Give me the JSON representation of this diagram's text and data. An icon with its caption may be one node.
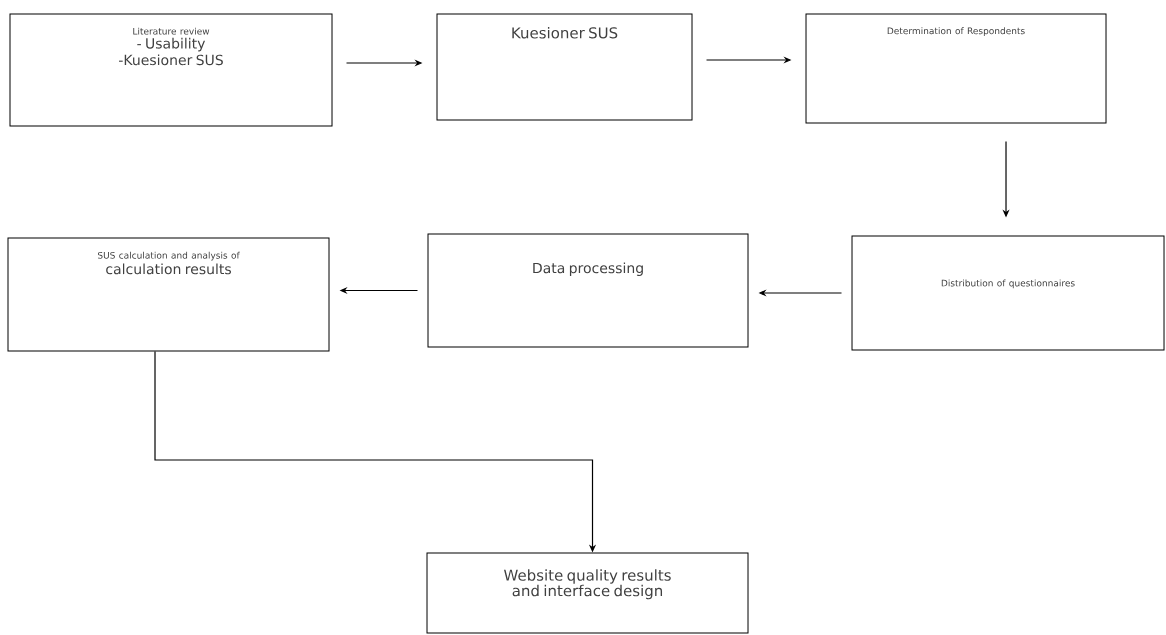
{
  "diagram": {
    "nodes": [
      {
        "text": [
          "Literature review",
          "- Usability",
          "-Kuesioner SUS"
        ]
      },
      {
        "text": [
          "Kuesioner SUS"
        ]
      },
      {
        "text": [
          "Determination of Respondents"
        ]
      },
      {
        "text": [
          "Distribution of questionnaires"
        ]
      },
      {
        "text": [
          "Data processing"
        ]
      },
      {
        "text": [
          "SUS calculation and analysis of",
          "calculation results"
        ]
      },
      {
        "text": [
          "Website quality results and interface design"
        ]
      }
    ],
    "edges": [
      {
        "from": 0,
        "to": 1,
        "arrow": "to"
      },
      {
        "from": 1,
        "to": 2,
        "arrow": "to"
      },
      {
        "from": 2,
        "to": 3,
        "arrow": "to"
      },
      {
        "from": 3,
        "to": 4,
        "arrow": "to"
      },
      {
        "from": 4,
        "to": 5,
        "arrow": "to"
      },
      {
        "from": 5,
        "to": 6,
        "arrow": "to"
      }
    ]
  }
}
